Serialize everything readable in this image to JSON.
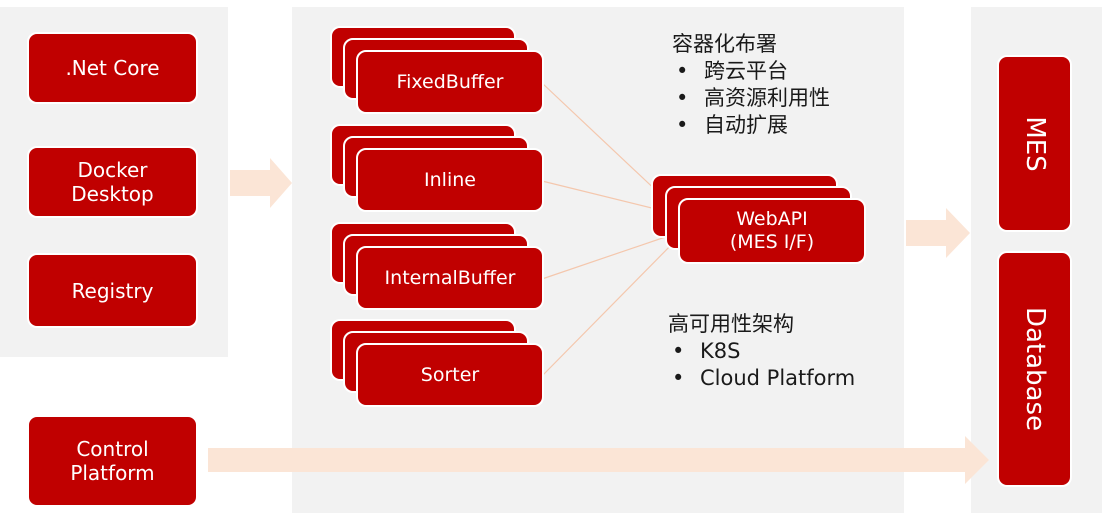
{
  "left_items": [
    {
      "label": ".Net Core"
    },
    {
      "label": "Docker\nDesktop"
    },
    {
      "label": "Registry"
    }
  ],
  "control_platform": {
    "label": "Control\nPlatform"
  },
  "services": [
    {
      "label": "FixedBuffer"
    },
    {
      "label": "Inline"
    },
    {
      "label": "InternalBuffer"
    },
    {
      "label": "Sorter"
    }
  ],
  "webapi": {
    "label": "WebAPI\n(MES I/F)"
  },
  "containerization": {
    "title": "容器化布署",
    "bullets": [
      "跨云平台",
      "高资源利用性",
      "自动扩展"
    ]
  },
  "high_availability": {
    "title": "高可用性架构",
    "bullets": [
      "K8S",
      "Cloud Platform"
    ]
  },
  "right_items": [
    {
      "label": "MES"
    },
    {
      "label": "Database"
    }
  ],
  "colors": {
    "accent": "#c00000",
    "panel": "#f2f2f2",
    "arrow": "#fbe5d6",
    "connector": "#f4c7ad"
  }
}
